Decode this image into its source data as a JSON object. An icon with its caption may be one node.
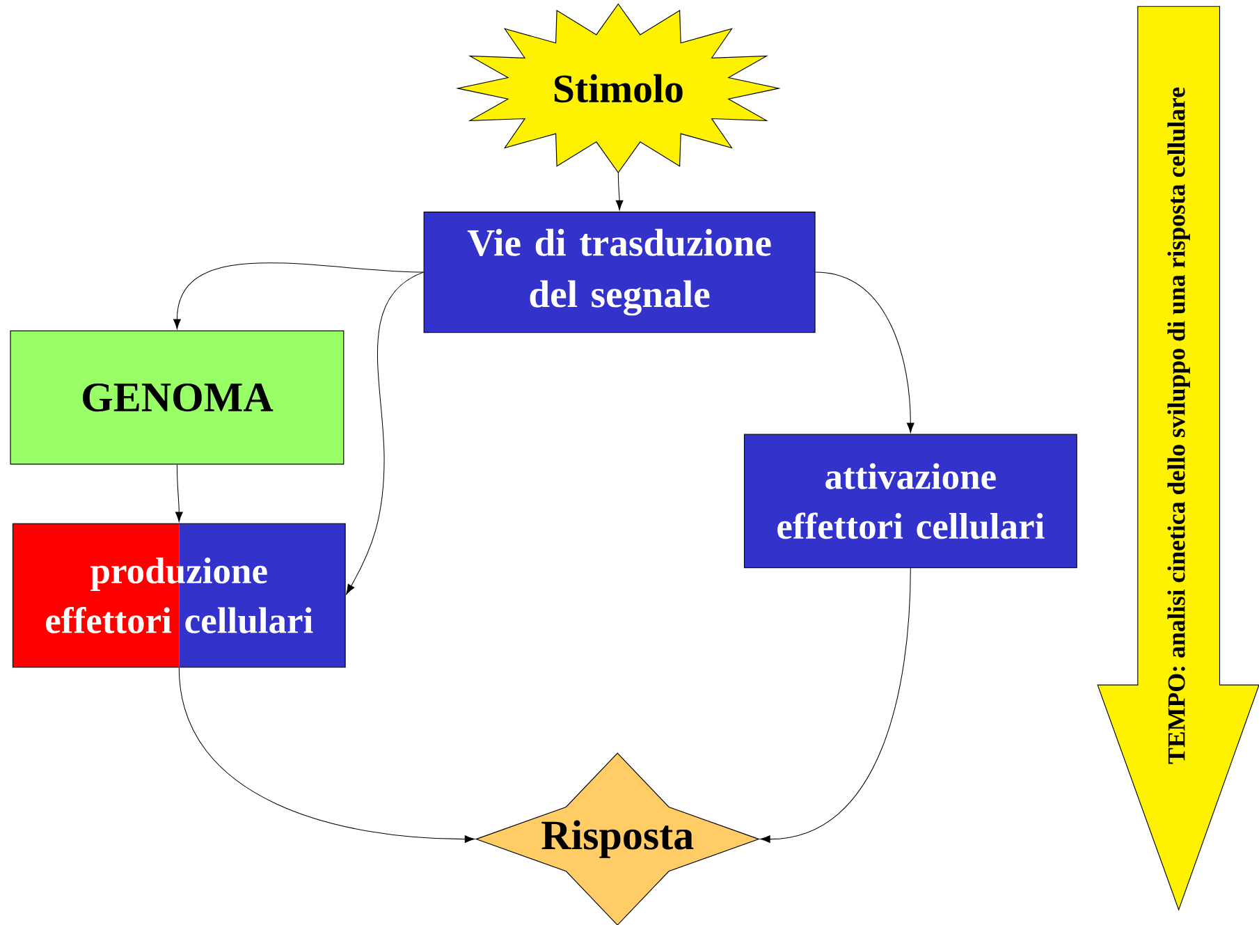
{
  "diagram": {
    "nodes": [
      {
        "text": [
          "Stimolo"
        ]
      },
      {
        "text": [
          "Vie di trasduzione del segnale"
        ]
      },
      {
        "text": [
          "GENOMA"
        ]
      },
      {
        "text": [
          "produzione effettori cellulari"
        ]
      },
      {
        "text": [
          "attivazione effettori cellulari"
        ]
      },
      {
        "text": [
          "Risposta"
        ]
      },
      {
        "text": [
          "TEMPO: analisi cinetica dello sviluppo di una risposta cellulare"
        ]
      }
    ],
    "edges": [
      {
        "from": 0,
        "to": 1,
        "arrow": "to"
      },
      {
        "from": 1,
        "to": 2,
        "arrow": "to"
      },
      {
        "from": 1,
        "to": 3,
        "arrow": "to"
      },
      {
        "from": 1,
        "to": 4,
        "arrow": "to"
      },
      {
        "from": 2,
        "to": 3,
        "arrow": "to"
      },
      {
        "from": 3,
        "to": 5,
        "arrow": "to"
      },
      {
        "from": 4,
        "to": 5,
        "arrow": "to"
      }
    ]
  }
}
